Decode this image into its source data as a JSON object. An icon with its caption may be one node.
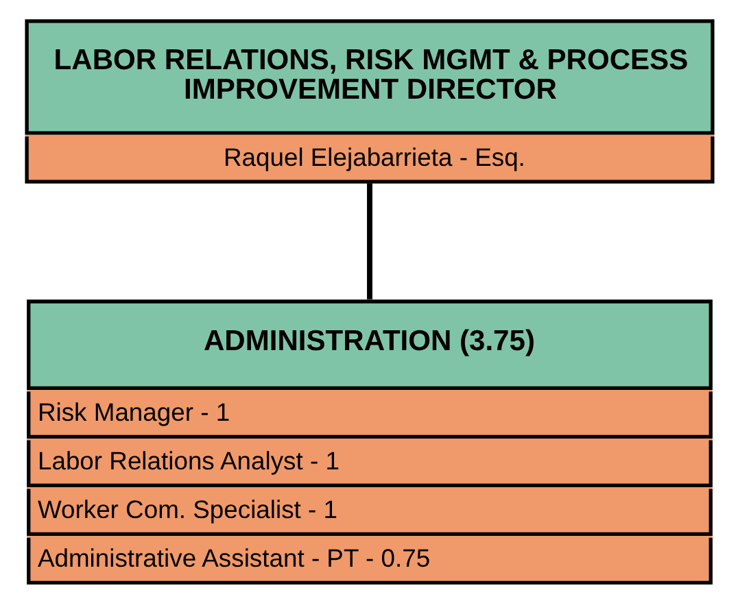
{
  "diagram": {
    "nodes": [
      {
        "text": [
          "LABOR RELATIONS, RISK MGMT & PROCESS IMPROVEMENT DIRECTOR",
          "Raquel Elejabarrieta - Esq."
        ]
      },
      {
        "text": [
          "ADMINISTRATION (3.75)",
          "Risk Manager - 1",
          "Labor Relations Analyst - 1",
          "Worker Com. Specialist - 1",
          "Administrative Assistant - PT - 0.75"
        ]
      }
    ],
    "edges": [
      {
        "from": 0,
        "to": 1,
        "arrow": "none"
      }
    ]
  }
}
